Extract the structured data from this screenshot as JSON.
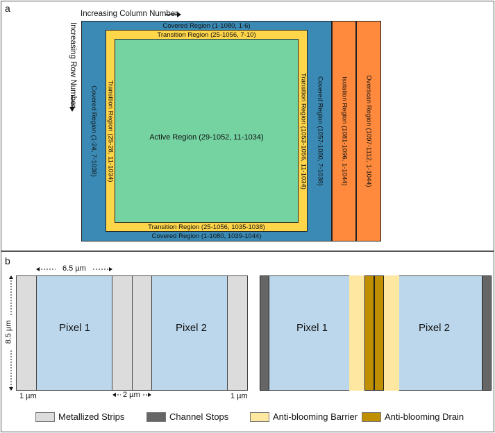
{
  "panels": {
    "a": "a",
    "b": "b"
  },
  "axes": {
    "column": "Increasing Column Number",
    "row": "Increasing Row Number"
  },
  "regions": {
    "covered_top": "Covered Region (1-1080, 1-6)",
    "transition_top": "Transition Region (25-1056, 7-10)",
    "active": "Active Region (29-1052, 11-1034)",
    "transition_bottom": "Transition Region (25-1056, 1035-1038)",
    "covered_bottom": "Covered Region (1-1080, 1039-1044)",
    "covered_left": "Covered Region (1-24, 7-1038)",
    "transition_left": "Transition Region (25-28, 11-1034)",
    "transition_right": "Transition Region (1053-1056, 11-1034)",
    "covered_right": "Covered Region (1057-1080, 7-1038)",
    "isolation": "Isolation Region (1081-1096, 1-1044)",
    "overscan": "Overscan Region (1097-1112, 1-1044)"
  },
  "pixels": {
    "left": {
      "pixel1": "Pixel 1",
      "pixel2": "Pixel 2"
    },
    "right": {
      "pixel1": "Pixel 1",
      "pixel2": "Pixel 2"
    }
  },
  "dimensions": {
    "width": "6.5 µm",
    "height": "8.5 µm",
    "gap": "2 µm",
    "left_strip": "1 µm",
    "right_strip": "1 µm"
  },
  "legend": [
    {
      "label": "Metallized Strips",
      "color": "#dcdcdc"
    },
    {
      "label": "Channel Stops",
      "color": "#666666"
    },
    {
      "label": "Anti-blooming Barrier",
      "color": "#fde7a1"
    },
    {
      "label": "Anti-blooming Drain",
      "color": "#c08f00"
    }
  ],
  "colors": {
    "covered": "#3a8ab5",
    "transition": "#ffd54a",
    "active": "#74d3a1",
    "isolation": "#ff8a3d",
    "overscan": "#ff8a3d",
    "pixel": "#bcd7ec",
    "strip": "#dcdcdc",
    "channel_stop": "#666666",
    "barrier": "#fde7a1",
    "drain": "#c08f00"
  }
}
